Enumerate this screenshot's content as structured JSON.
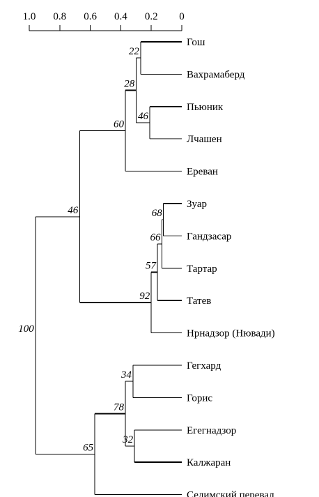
{
  "scale": {
    "ticks": [
      {
        "value": 1.0,
        "label": "1.0"
      },
      {
        "value": 0.8,
        "label": "0.8"
      },
      {
        "value": 0.6,
        "label": "0.6"
      },
      {
        "value": 0.4,
        "label": "0.4"
      },
      {
        "value": 0.2,
        "label": "0.2"
      },
      {
        "value": 0.0,
        "label": "0"
      }
    ]
  },
  "leaves": [
    {
      "id": "gosh",
      "label": "Гош"
    },
    {
      "id": "vakhramaberd",
      "label": "Вахрамаберд"
    },
    {
      "id": "pyunik",
      "label": "Пьюник"
    },
    {
      "id": "lchashen",
      "label": "Лчашен"
    },
    {
      "id": "erevan",
      "label": "Ереван"
    },
    {
      "id": "zuar",
      "label": "Зуар"
    },
    {
      "id": "gandzasar",
      "label": "Гандзасар"
    },
    {
      "id": "tartar",
      "label": "Тартар"
    },
    {
      "id": "tatev",
      "label": "Татев"
    },
    {
      "id": "nrnadzor",
      "label": "Нрнадзор (Нювади)"
    },
    {
      "id": "gegkhard",
      "label": "Гегхард"
    },
    {
      "id": "goris",
      "label": "Горис"
    },
    {
      "id": "egegnadzor",
      "label": "Егегнадзор"
    },
    {
      "id": "kalzharan",
      "label": "Калжаран"
    },
    {
      "id": "selim",
      "label": "Селимский перевал"
    }
  ],
  "nodes": [
    {
      "id": "n22",
      "support": "22",
      "height": 0.27,
      "children": [
        "gosh",
        "vakhramaberd"
      ]
    },
    {
      "id": "n46a",
      "support": "46",
      "height": 0.21,
      "children": [
        "pyunik",
        "lchashen"
      ]
    },
    {
      "id": "n28",
      "support": "28",
      "height": 0.3,
      "children": [
        "n22",
        "n46a"
      ]
    },
    {
      "id": "n60",
      "support": "60",
      "height": 0.37,
      "children": [
        "n28",
        "erevan"
      ]
    },
    {
      "id": "n68",
      "support": "68",
      "height": 0.12,
      "children": [
        "zuar",
        "gandzasar"
      ]
    },
    {
      "id": "n66",
      "support": "66",
      "height": 0.13,
      "children": [
        "n68",
        "tartar"
      ]
    },
    {
      "id": "n57",
      "support": "57",
      "height": 0.16,
      "children": [
        "n66",
        "tatev"
      ]
    },
    {
      "id": "n92",
      "support": "92",
      "height": 0.2,
      "children": [
        "n57",
        "nrnadzor"
      ]
    },
    {
      "id": "n46b",
      "support": "46",
      "height": 0.67,
      "children": [
        "n60",
        "n92"
      ]
    },
    {
      "id": "n34",
      "support": "34",
      "height": 0.32,
      "children": [
        "gegkhard",
        "goris"
      ]
    },
    {
      "id": "n32",
      "support": "32",
      "height": 0.31,
      "children": [
        "egegnadzor",
        "kalzharan"
      ]
    },
    {
      "id": "n78",
      "support": "78",
      "height": 0.37,
      "children": [
        "n34",
        "n32"
      ]
    },
    {
      "id": "n65",
      "support": "65",
      "height": 0.57,
      "children": [
        "n78",
        "selim"
      ]
    },
    {
      "id": "n100",
      "support": "100",
      "height": 0.96,
      "children": [
        "n46b",
        "n65"
      ]
    }
  ],
  "bold_branches": [
    "gosh",
    "pyunik",
    "n28",
    "zuar",
    "tatev",
    "n57",
    "n92",
    "kalzharan",
    "n78"
  ]
}
